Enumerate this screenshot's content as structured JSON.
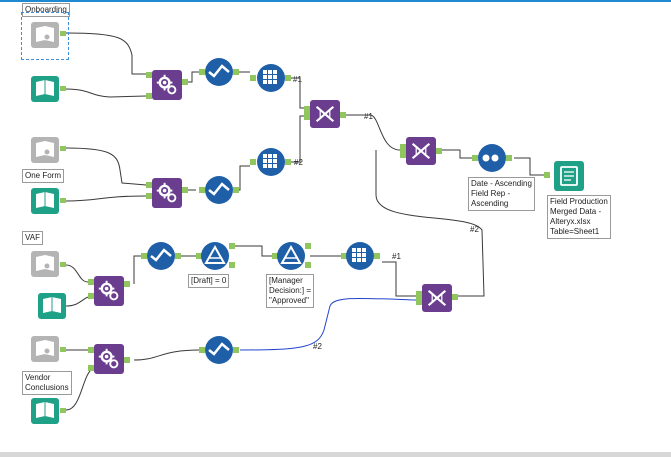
{
  "labels": {
    "onboarding": "Onboarding",
    "one_form": "One Form",
    "vaf": "VAF",
    "vendor": "Vendor\nConclusions"
  },
  "annotations": {
    "draft_filter": "[Draft] = 0",
    "manager_filter": "[Manager\nDecision:] =\n\"Approved\"",
    "sort_desc": "Date - Ascending\nField Rep -\nAscending",
    "output_desc": "Field Production\nMerged Data -\nAlteryx.xlsx\nTable=Sheet1"
  },
  "connection_labels": {
    "u1_top": "#1",
    "u1_bottom": "#2",
    "u2_top": "#1",
    "u3_top": "#1",
    "u3_bottom_a": "#2",
    "u3_bottom_b": "#2"
  },
  "colors": {
    "purple": "#6a3d8f",
    "blue": "#1e5fa8",
    "teal": "#1fa187",
    "gray": "#b4b4b4",
    "connector": "#3a3a3a",
    "highlight": "#2244cc"
  },
  "icons": {
    "macro": "gear-icon",
    "select": "checkmark-icon",
    "formula": "table-grid-icon",
    "union": "dna-icon",
    "filter": "triangle-filter-icon",
    "sort": "circles-icon",
    "input": "book-icon",
    "output": "document-icon"
  }
}
